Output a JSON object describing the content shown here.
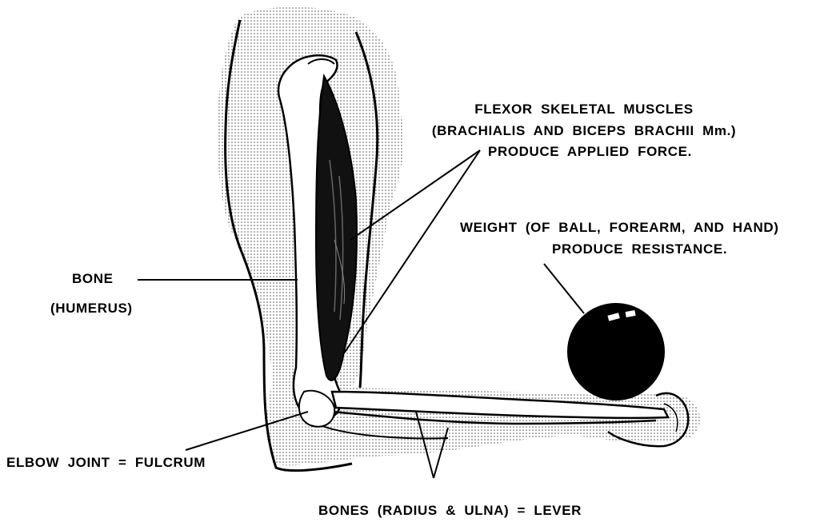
{
  "labels": {
    "flexor_line1": "FLEXOR SKELETAL MUSCLES",
    "flexor_line2": "(BRACHIALIS AND BICEPS BRACHII Mm.)",
    "flexor_line3": "PRODUCE APPLIED FORCE.",
    "weight_line1": "WEIGHT (OF BALL, FOREARM, AND HAND)",
    "weight_line2": "PRODUCE RESISTANCE.",
    "bone_line1": "BONE",
    "bone_line2": "(HUMERUS)",
    "elbow": "ELBOW JOINT = FULCRUM",
    "bones_lever": "BONES (RADIUS & ULNA) = LEVER"
  },
  "icons": {
    "arm": "arm-illustration-icon",
    "ball": "ball-icon"
  }
}
